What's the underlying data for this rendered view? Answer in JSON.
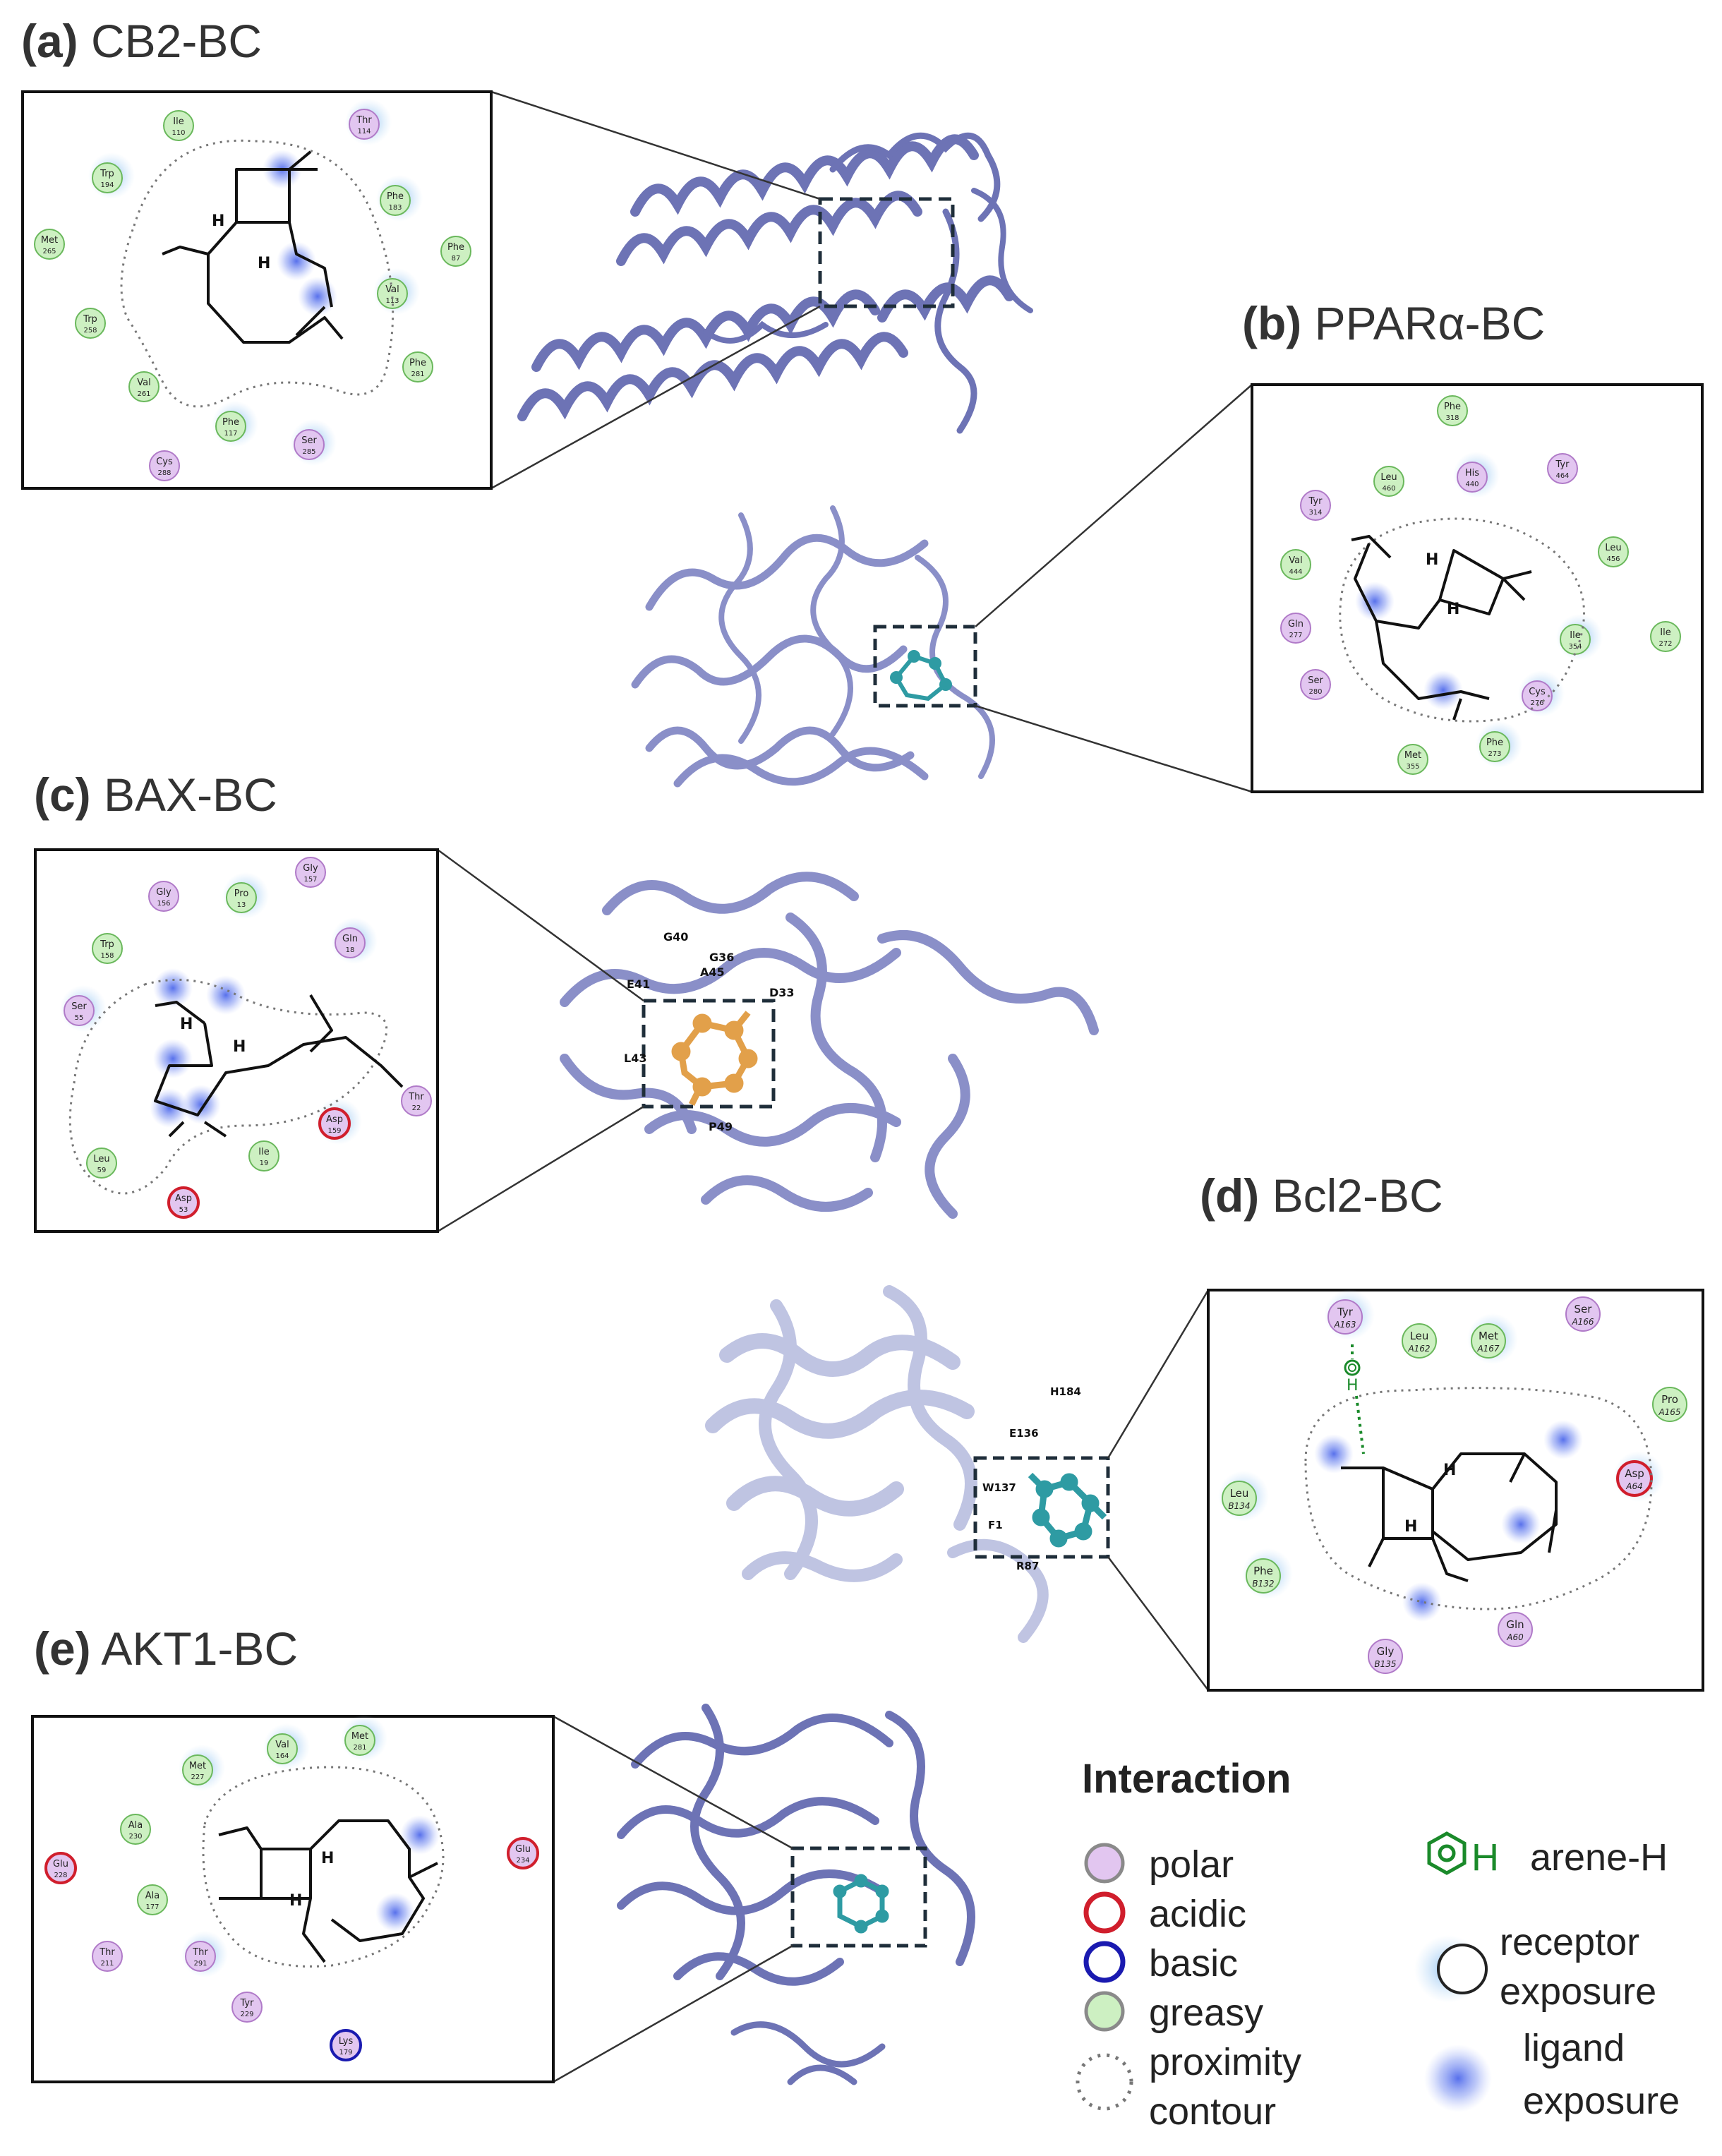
{
  "panels": [
    {
      "id": "a",
      "letter": "(a)",
      "name": "CB2-BC",
      "residues": [
        {
          "name": "Ile",
          "num": "110",
          "type": "greasy",
          "exp": false
        },
        {
          "name": "Thr",
          "num": "114",
          "type": "polar",
          "exp": true
        },
        {
          "name": "Trp",
          "num": "194",
          "type": "greasy",
          "exp": true
        },
        {
          "name": "Phe",
          "num": "183",
          "type": "greasy",
          "exp": true
        },
        {
          "name": "Met",
          "num": "265",
          "type": "greasy",
          "exp": false
        },
        {
          "name": "Phe",
          "num": "87",
          "type": "greasy",
          "exp": false
        },
        {
          "name": "Val",
          "num": "113",
          "type": "greasy",
          "exp": true
        },
        {
          "name": "Trp",
          "num": "258",
          "type": "greasy",
          "exp": false
        },
        {
          "name": "Phe",
          "num": "281",
          "type": "greasy",
          "exp": false
        },
        {
          "name": "Val",
          "num": "261",
          "type": "greasy",
          "exp": false
        },
        {
          "name": "Phe",
          "num": "117",
          "type": "greasy",
          "exp": true
        },
        {
          "name": "Ser",
          "num": "285",
          "type": "polar",
          "exp": true
        },
        {
          "name": "Cys",
          "num": "288",
          "type": "polar",
          "exp": false
        }
      ]
    },
    {
      "id": "b",
      "letter": "(b)",
      "name": "PPARα-BC",
      "residues": [
        {
          "name": "Phe",
          "num": "318",
          "type": "greasy",
          "exp": false
        },
        {
          "name": "Leu",
          "num": "460",
          "type": "greasy",
          "exp": false
        },
        {
          "name": "His",
          "num": "440",
          "type": "polar",
          "exp": true
        },
        {
          "name": "Tyr",
          "num": "464",
          "type": "polar",
          "exp": false
        },
        {
          "name": "Tyr",
          "num": "314",
          "type": "polar",
          "exp": false
        },
        {
          "name": "Leu",
          "num": "456",
          "type": "greasy",
          "exp": false
        },
        {
          "name": "Val",
          "num": "444",
          "type": "greasy",
          "exp": false
        },
        {
          "name": "Gln",
          "num": "277",
          "type": "polar",
          "exp": false
        },
        {
          "name": "Ile",
          "num": "354",
          "type": "greasy",
          "exp": true
        },
        {
          "name": "Ile",
          "num": "272",
          "type": "greasy",
          "exp": false
        },
        {
          "name": "Ser",
          "num": "280",
          "type": "polar",
          "exp": false
        },
        {
          "name": "Cys",
          "num": "276",
          "type": "polar",
          "exp": true
        },
        {
          "name": "Met",
          "num": "355",
          "type": "greasy",
          "exp": false
        },
        {
          "name": "Phe",
          "num": "273",
          "type": "greasy",
          "exp": true
        }
      ]
    },
    {
      "id": "c",
      "letter": "(c)",
      "name": "BAX-BC",
      "residues": [
        {
          "name": "Gly",
          "num": "157",
          "type": "polar",
          "exp": false
        },
        {
          "name": "Gly",
          "num": "156",
          "type": "polar",
          "exp": false
        },
        {
          "name": "Pro",
          "num": "13",
          "type": "greasy",
          "exp": true
        },
        {
          "name": "Trp",
          "num": "158",
          "type": "greasy",
          "exp": false
        },
        {
          "name": "Gln",
          "num": "18",
          "type": "polar",
          "exp": true
        },
        {
          "name": "Ser",
          "num": "55",
          "type": "polar",
          "exp": true
        },
        {
          "name": "Thr",
          "num": "22",
          "type": "polar",
          "exp": false
        },
        {
          "name": "Asp",
          "num": "159",
          "type": "acidic",
          "exp": true
        },
        {
          "name": "Ile",
          "num": "19",
          "type": "greasy",
          "exp": false
        },
        {
          "name": "Leu",
          "num": "59",
          "type": "greasy",
          "exp": false
        },
        {
          "name": "Asp",
          "num": "53",
          "type": "acidic",
          "exp": false
        }
      ],
      "structure_labels": [
        "G40",
        "G36",
        "E41",
        "A45",
        "D33",
        "L43",
        "P49"
      ]
    },
    {
      "id": "d",
      "letter": "(d)",
      "name": "Bcl2-BC",
      "residues": [
        {
          "name": "Tyr",
          "num": "A163",
          "type": "polar",
          "exp": true
        },
        {
          "name": "Leu",
          "num": "A162",
          "type": "greasy",
          "exp": false
        },
        {
          "name": "Met",
          "num": "A167",
          "type": "greasy",
          "exp": true
        },
        {
          "name": "Ser",
          "num": "A166",
          "type": "polar",
          "exp": false
        },
        {
          "name": "Pro",
          "num": "A165",
          "type": "greasy",
          "exp": false
        },
        {
          "name": "Asp",
          "num": "A64",
          "type": "acidic",
          "exp": true
        },
        {
          "name": "Leu",
          "num": "B134",
          "type": "greasy",
          "exp": true
        },
        {
          "name": "Phe",
          "num": "B132",
          "type": "greasy",
          "exp": true
        },
        {
          "name": "Gln",
          "num": "A60",
          "type": "polar",
          "exp": false
        },
        {
          "name": "Gly",
          "num": "B135",
          "type": "polar",
          "exp": false
        }
      ],
      "hbond_label": "H",
      "structure_labels": [
        "H184",
        "E136",
        "W137",
        "F1",
        "R87"
      ]
    },
    {
      "id": "e",
      "letter": "(e)",
      "name": "AKT1-BC",
      "residues": [
        {
          "name": "Val",
          "num": "164",
          "type": "greasy",
          "exp": true
        },
        {
          "name": "Met",
          "num": "281",
          "type": "greasy",
          "exp": true
        },
        {
          "name": "Met",
          "num": "227",
          "type": "greasy",
          "exp": true
        },
        {
          "name": "Ala",
          "num": "230",
          "type": "greasy",
          "exp": false
        },
        {
          "name": "Glu",
          "num": "228",
          "type": "acidic",
          "exp": false
        },
        {
          "name": "Glu",
          "num": "234",
          "type": "acidic",
          "exp": false
        },
        {
          "name": "Ala",
          "num": "177",
          "type": "greasy",
          "exp": false
        },
        {
          "name": "Thr",
          "num": "211",
          "type": "polar",
          "exp": false
        },
        {
          "name": "Thr",
          "num": "291",
          "type": "polar",
          "exp": true
        },
        {
          "name": "Tyr",
          "num": "229",
          "type": "polar",
          "exp": false
        },
        {
          "name": "Lys",
          "num": "179",
          "type": "basic",
          "exp": false
        }
      ]
    }
  ],
  "ligand_h": "H",
  "legend": {
    "title": "Interaction",
    "items": [
      "polar",
      "acidic",
      "basic",
      "greasy"
    ],
    "proximity": [
      "proximity",
      "contour"
    ],
    "arene": "arene-H",
    "arene_h": "H",
    "receptor": [
      "receptor",
      "exposure"
    ],
    "ligand": [
      "ligand",
      "exposure"
    ]
  },
  "colors": {
    "polar": "#e2c6f0",
    "polar_stroke": "#b07ac8",
    "greasy": "#cdf0c2",
    "greasy_stroke": "#6ab85c",
    "acidic_stroke": "#d01e2c",
    "basic_stroke": "#1a1ab0",
    "ribbon": "#6d73b5",
    "ribbon_light": "#b9bedf",
    "exposure": "#5a72e0",
    "ligand_cyan": "#2e9ba3",
    "ligand_orange": "#e2a04a",
    "arene": "#1a8a2a"
  }
}
